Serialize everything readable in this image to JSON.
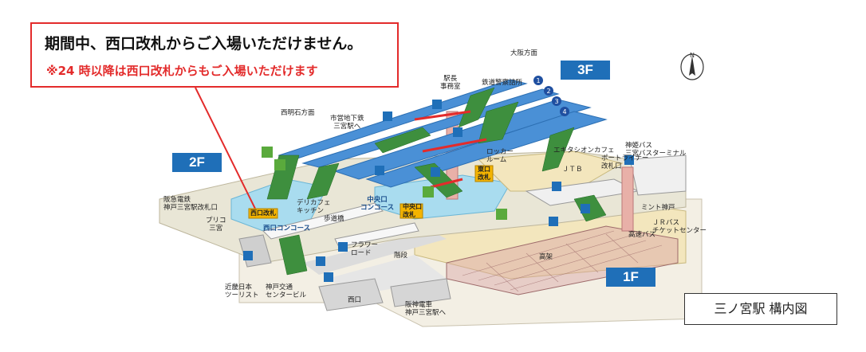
{
  "notice": {
    "line1": "期間中、西口改札からご入場いただけません。",
    "line2": "※24 時以降は西口改札からもご入場いただけます"
  },
  "legend": {
    "title": "三ノ宮駅 構内図"
  },
  "floors": {
    "f3": "3F",
    "f2": "2F",
    "f1": "1F"
  },
  "compass": {
    "north": "N"
  },
  "platforms": [
    "1",
    "2",
    "3",
    "4"
  ],
  "labels": {
    "osaka": "大阪方面",
    "nishiakashi": "西明石方面",
    "ekicho": "駅長\n事務室",
    "police": "鉄道警察詰所",
    "subway": "市営地下鉄\n三宮駅へ",
    "hankyu": "阪急電鉄\n神戸三宮駅改札口",
    "pulico": "プリコ\n三宮",
    "west_concourse": "西口コンコース",
    "central_concourse": "中央口\nコンコース",
    "west_gate": "西口改札",
    "central_gate": "中央口\n改札",
    "east_gate": "東口\n改札",
    "locker": "ロッカー\nルーム",
    "ekistation_cafe": "エキタシオンカフェ",
    "jtb": "ＪＴＢ",
    "portliner": "ポートライナー\n改札口",
    "shinki_bus": "神姫バス\n三宮バスターミナル",
    "mint": "ミント神戸",
    "highway_bus": "高速バス",
    "jr_bus": "ＪＲバス\nチケットセンター",
    "walkway": "歩道橋",
    "flower_road": "フラワー\nロード",
    "deli_cafe": "デリカフェ\nキッチン",
    "kintetsu": "近畿日本\nツーリスト",
    "kobe_kotsu": "神戸交通\nセンタービル",
    "nishiguchi": "西口",
    "hanshin": "阪神電車\n神戸三宮駅へ",
    "kaidan": "階段",
    "arcade": "高架"
  },
  "colors": {
    "platform": "#4a90d6",
    "floor2": "#e9e6d6",
    "floor1": "#f3e6bd",
    "concourse": "#a9dcef",
    "escalator": "#3e8f3e",
    "badge": "#1f6fb8",
    "alert": "#e32b2b",
    "gate": "#f4b400",
    "ticket": "#5aaa3c"
  }
}
